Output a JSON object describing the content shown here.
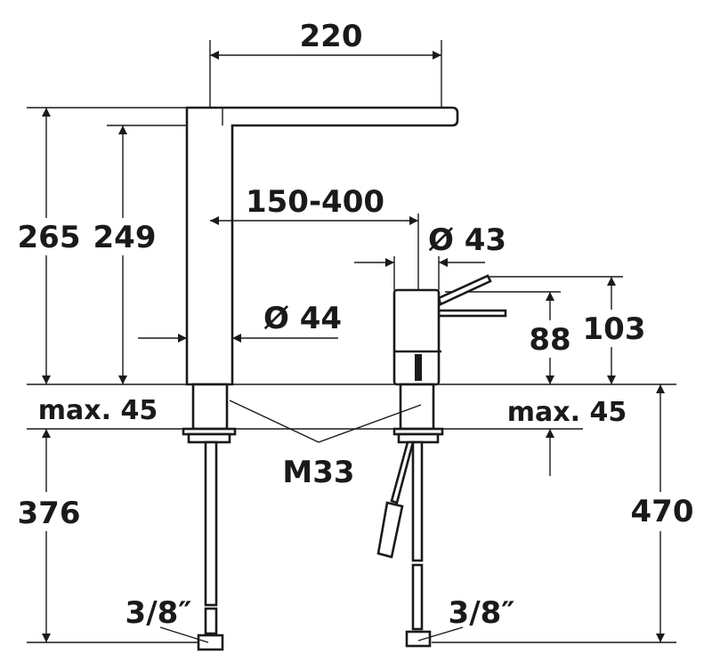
{
  "dimensions": {
    "spout_reach": "220",
    "total_height": "265",
    "spout_height": "249",
    "distance_between": "150-400",
    "mixer_diameter": "Ø 43",
    "faucet_diameter": "Ø 44",
    "mixer_height": "88",
    "mixer_lever_height": "103",
    "max_thickness_left": "max. 45",
    "max_thickness_right": "max. 45",
    "thread": "M33",
    "hose_length_left": "376",
    "hose_length_right": "470",
    "connection_left": "3/8″",
    "connection_right": "3/8″"
  },
  "colors": {
    "line": "#1a1a1a",
    "background": "#ffffff"
  }
}
